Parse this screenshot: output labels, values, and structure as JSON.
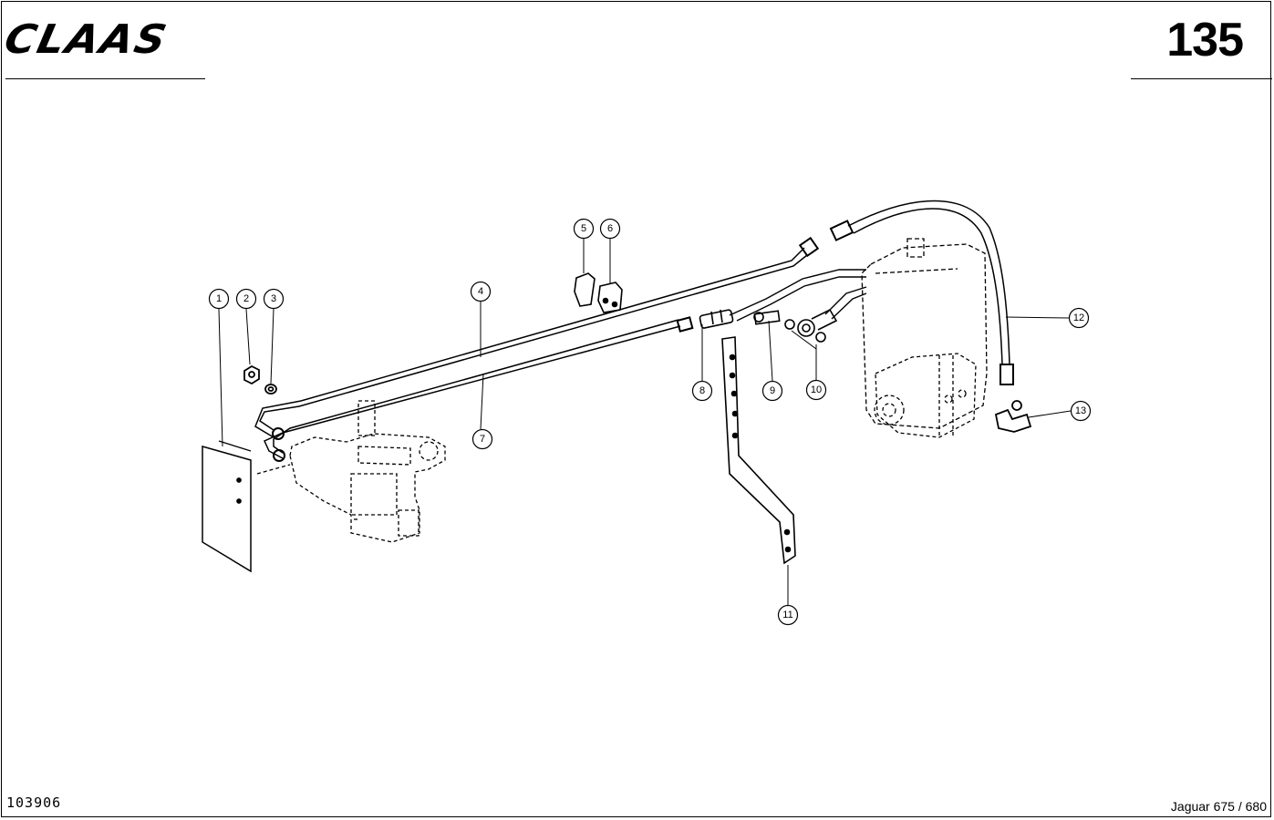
{
  "header": {
    "logo_text": "CLAAS",
    "page_number": "135"
  },
  "footer": {
    "document_number": "103906",
    "model": "Jaguar 675 / 680"
  },
  "callouts": [
    "1",
    "2",
    "3",
    "4",
    "5",
    "6",
    "7",
    "8",
    "9",
    "10",
    "11",
    "12",
    "13"
  ]
}
